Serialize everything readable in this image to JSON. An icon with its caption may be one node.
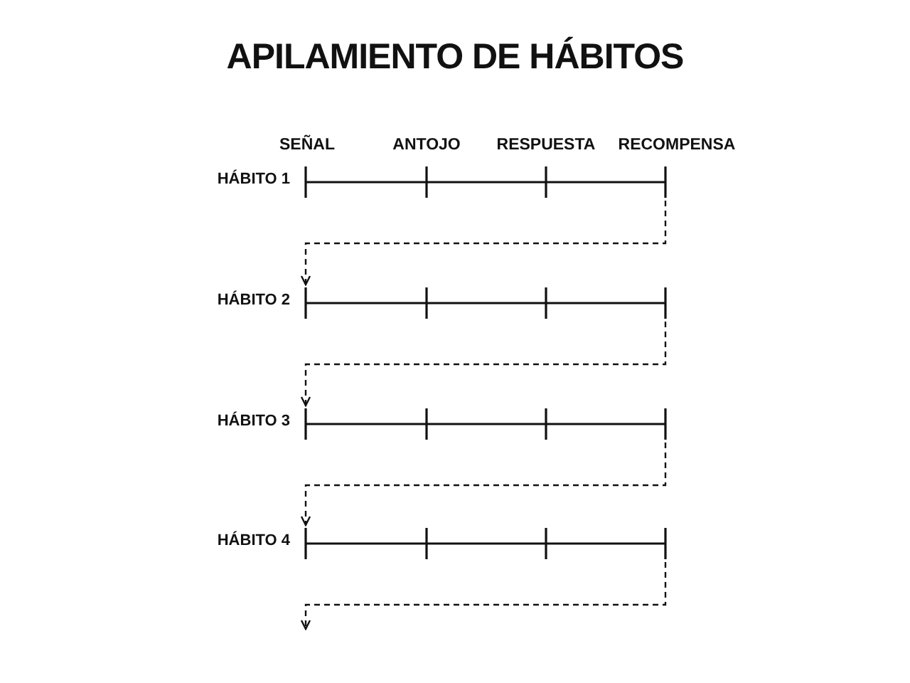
{
  "diagram": {
    "title": "APILAMIENTO DE HÁBITOS",
    "nodes": [
      {
        "text": [
          "HÁBITO 1"
        ]
      },
      {
        "text": [
          "HÁBITO 2"
        ]
      },
      {
        "text": [
          "HÁBITO 3"
        ]
      },
      {
        "text": [
          "HÁBITO 4"
        ]
      }
    ],
    "edges": [
      {
        "from": 0,
        "to": 1,
        "arrow": "to",
        "style": "dashed"
      },
      {
        "from": 1,
        "to": 2,
        "arrow": "to",
        "style": "dashed"
      },
      {
        "from": 2,
        "to": 3,
        "arrow": "to",
        "style": "dashed"
      },
      {
        "from": 3,
        "to": null,
        "arrow": "to",
        "style": "dashed"
      }
    ],
    "labels": [
      "SEÑAL",
      "ANTOJO",
      "RESPUESTA",
      "RECOMPENSA"
    ]
  }
}
